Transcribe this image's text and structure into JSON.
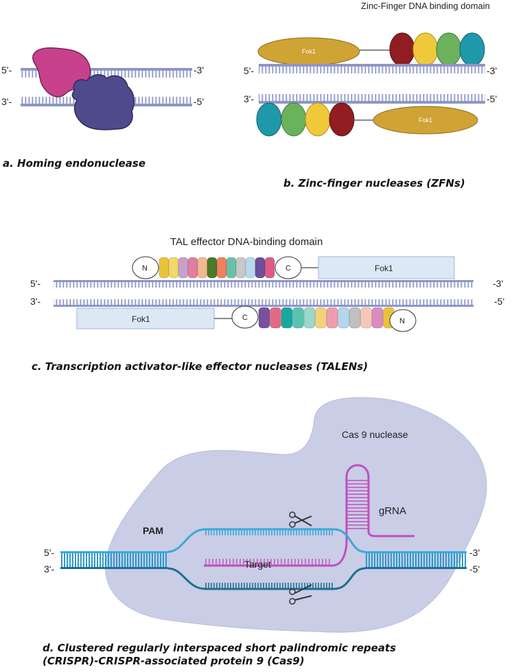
{
  "panel_a": {
    "strand_top": {
      "left": "5'-",
      "right": "-3'"
    },
    "strand_bottom": {
      "left": "3'-",
      "right": "-5'"
    },
    "caption": "a. Homing endonuclease",
    "colors": {
      "enzyme_top": "#c7418c",
      "enzyme_bottom": "#4e4a8c",
      "dna": "#8e96c6"
    }
  },
  "panel_b": {
    "domain_label": "Zinc-Finger DNA binding domain",
    "fok1_top": "Fok1",
    "fok1_bottom": "Fok1",
    "strand_top": {
      "left": "5'-",
      "right": "-3'"
    },
    "strand_bottom": {
      "left": "3'-",
      "right": "-5'"
    },
    "caption": "b. Zinc-finger nucleases (ZFNs)",
    "colors": {
      "fok1": "#cfa334",
      "finger_red": "#8f1d22",
      "finger_yellow": "#f0c93a",
      "finger_green": "#6ab35c",
      "finger_teal": "#1f98aa"
    }
  },
  "panel_c": {
    "domain_label": "TAL effector DNA-binding domain",
    "n_top": "N",
    "c_top": "C",
    "fok1_top": "Fok1",
    "fok1_bottom": "Fok1",
    "c_bottom": "C",
    "n_bottom": "N",
    "strand_top": {
      "left": "5'-",
      "right": "-3'"
    },
    "strand_bottom": {
      "left": "3'-",
      "right": "-5'"
    },
    "caption": "c. Transcription activator-like effector nucleases (TALENs)",
    "repeat_colors_top": [
      "#e8c33a",
      "#f0d86a",
      "#c9a0c9",
      "#e07f9c",
      "#f2b98c",
      "#4a7a2b",
      "#f08060",
      "#6cc0a8",
      "#c8c8c8",
      "#b6d9ec",
      "#6b4f9c",
      "#e05a86"
    ],
    "repeat_colors_bottom": [
      "#7a4f9c",
      "#e06a86",
      "#1aa89e",
      "#58c4b0",
      "#9ad8c8",
      "#f2d27a",
      "#f09cb0",
      "#b4d6ee",
      "#c0c0c0",
      "#f5c8b8",
      "#dc8bc0",
      "#e8c33a"
    ]
  },
  "panel_d": {
    "cas9_label": "Cas 9 nuclease",
    "grna_label": "gRNA",
    "pam_label": "PAM",
    "target_label": "Target",
    "strand_top": {
      "left": "5'-",
      "right": "-3'"
    },
    "strand_bottom": {
      "left": "3'-",
      "right": "-5'"
    },
    "caption_line1": "d. Clustered regularly interspaced short palindromic repeats",
    "caption_line2": "(CRISPR)-CRISPR-associated protein 9 (Cas9)",
    "colors": {
      "blob": "#c9cde6",
      "dna_light": "#3aa9d8",
      "dna_dark": "#1c6f92",
      "rna": "#c04fbf"
    }
  }
}
